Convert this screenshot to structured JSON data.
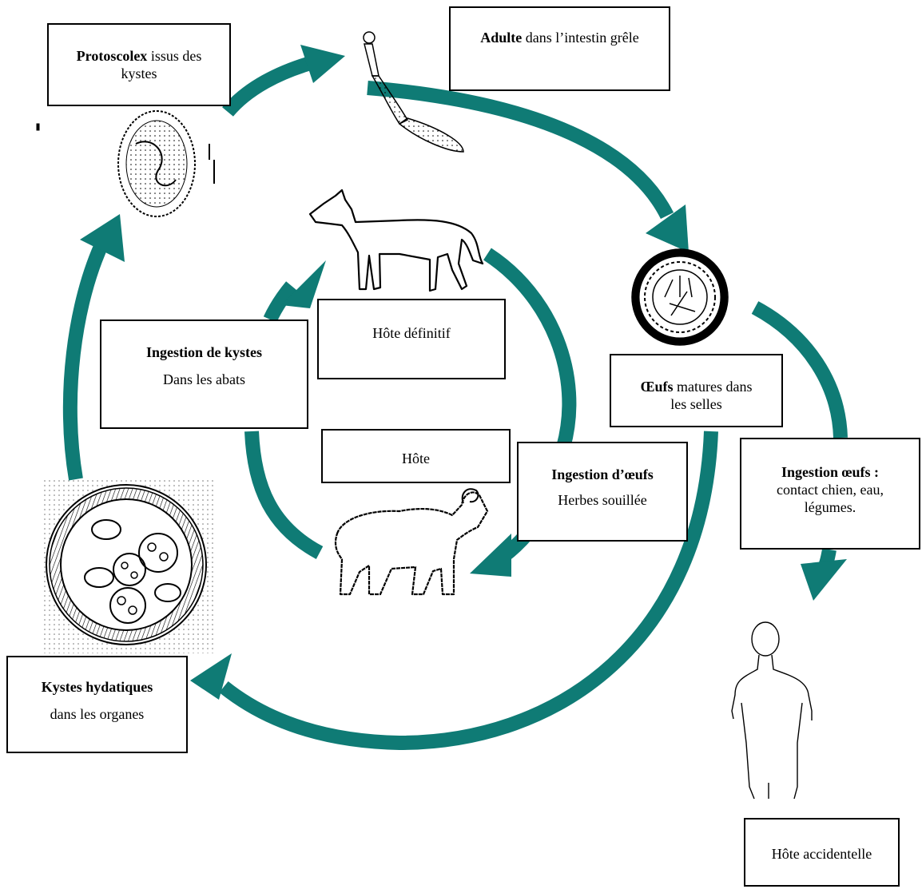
{
  "colors": {
    "arrow": "#0f7b75",
    "stroke": "#000000",
    "box_bg": "#ffffff"
  },
  "boxes": {
    "protoscolex": {
      "bold": "Protoscolex",
      "rest": " issus des",
      "line2": "kystes"
    },
    "adulte": {
      "bold": "Adulte",
      "rest": " dans l’intestin grêle"
    },
    "hote_definitif": {
      "text": "Hôte définitif"
    },
    "ingestion_kystes": {
      "bold": "Ingestion de kystes",
      "line2": "Dans les abats"
    },
    "oeufs": {
      "bold": "Œufs",
      "rest": " matures dans",
      "line2": "les selles"
    },
    "hote": {
      "text": "Hôte"
    },
    "ingestion_oeufs_herbes": {
      "bold": "Ingestion d’œufs",
      "line2": "Herbes souillée"
    },
    "ingestion_oeufs_contact": {
      "bold": "Ingestion œufs :",
      "line2": "contact chien, eau,",
      "line3": "légumes."
    },
    "kystes_hydatiques": {
      "bold": "Kystes hydatiques",
      "line2": "dans les organes"
    },
    "hote_accidentelle": {
      "text": "Hôte accidentelle"
    }
  },
  "illustrations": [
    "protoscolex-drawing",
    "adult-worm-drawing",
    "dog-drawing",
    "egg-drawing",
    "sheep-drawing",
    "hydatid-cyst-drawing",
    "human-drawing"
  ]
}
